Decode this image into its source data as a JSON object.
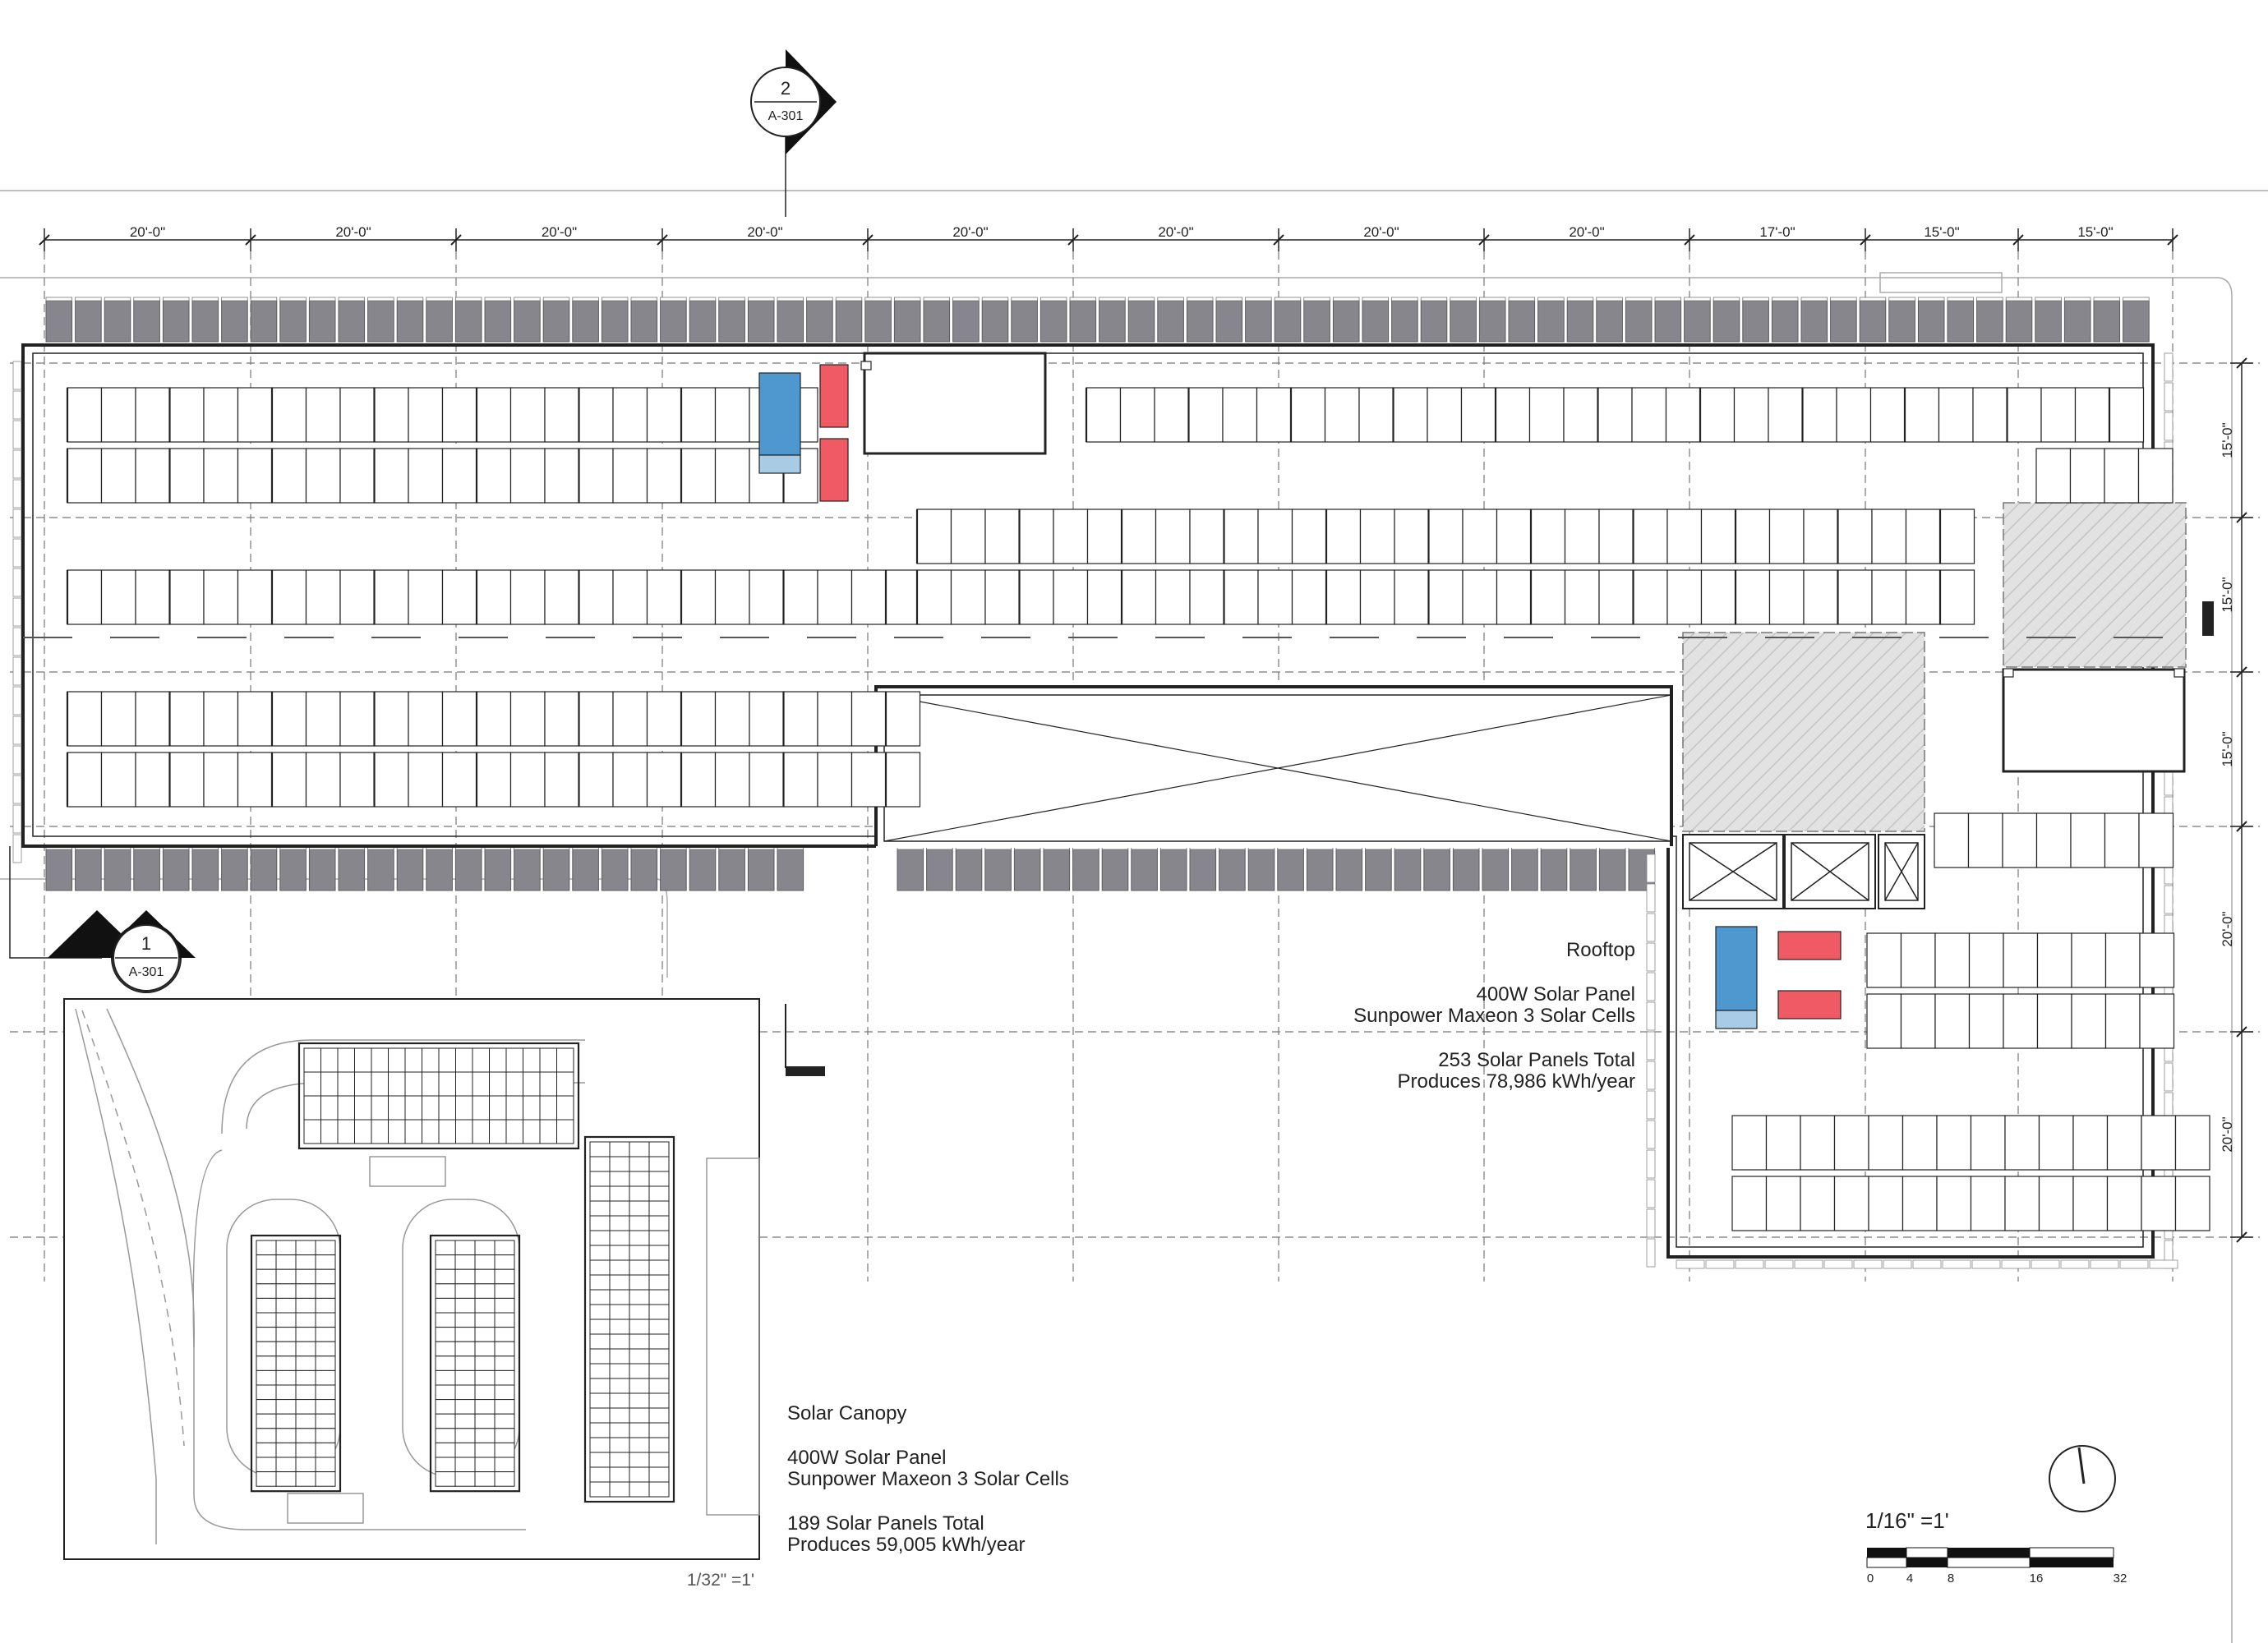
{
  "dimensions_top": [
    "20'-0\"",
    "20'-0\"",
    "20'-0\"",
    "20'-0\"",
    "20'-0\"",
    "20'-0\"",
    "20'-0\"",
    "20'-0\"",
    "17'-0\"",
    "15'-0\"",
    "15'-0\""
  ],
  "dimensions_right": [
    "15'-0\"",
    "15'-0\"",
    "15'-0\"",
    "20'-0\"",
    "20'-0\""
  ],
  "section_markers": [
    {
      "number": "2",
      "sheet": "A-301"
    },
    {
      "number": "1",
      "sheet": "A-301"
    }
  ],
  "rooftop_notes": {
    "title": "Rooftop",
    "panel_line1": "400W Solar Panel",
    "panel_line2": "Sunpower Maxeon 3 Solar Cells",
    "total_line1": "253 Solar Panels Total",
    "total_line2": "Produces 78,986 kWh/year"
  },
  "canopy_notes": {
    "title": "Solar Canopy",
    "panel_line1": "400W Solar Panel",
    "panel_line2": "Sunpower Maxeon 3 Solar Cells",
    "total_line1": "189 Solar Panels Total",
    "total_line2": "Produces 59,005 kWh/year"
  },
  "inset_scale": "1/32\" =1'",
  "main_scale": "1/16\" =1'",
  "scale_ticks": [
    "0",
    "4",
    "8",
    "16",
    "32"
  ],
  "colors": {
    "panel_fill": "#ffffff",
    "perimeter_panel": "#86868c",
    "equipment_blue": "#4f97cf",
    "equipment_blue_light": "#a8cbe6",
    "equipment_red": "#ef5a64",
    "hatch": "#d8d8d8",
    "line": "#222222"
  }
}
